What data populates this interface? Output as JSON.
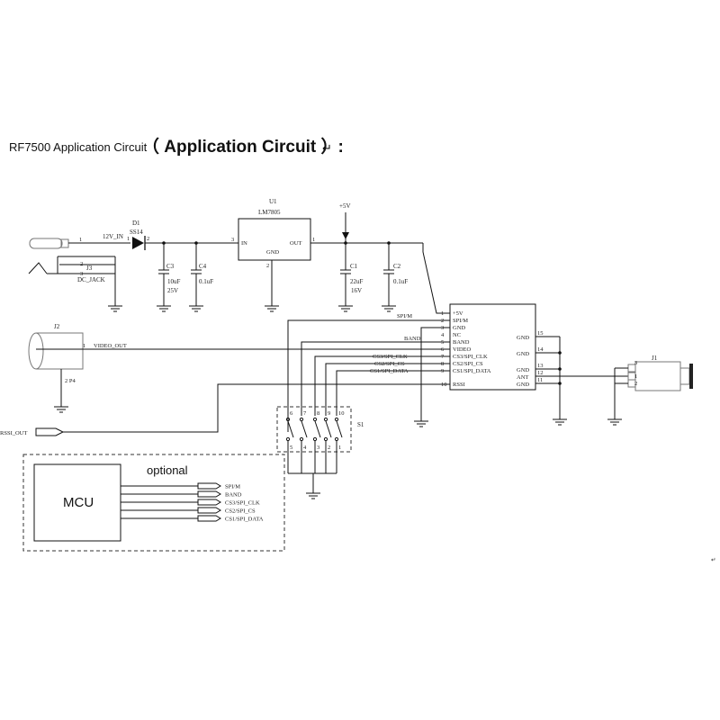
{
  "title": {
    "prefix": "RF7500 Application Circuit",
    "main": "（ Application Circuit ）:",
    "mark": "↵"
  },
  "power": {
    "dc_input_net": "12V_IN",
    "diode_ref": "D1",
    "diode_part": "SS14",
    "jack_ref": "J3",
    "jack_name": "DC_JACK",
    "regulator_ref": "U1",
    "regulator_part": "LM7805",
    "reg_in_label": "IN",
    "reg_out_label": "OUT",
    "reg_gnd_label": "GND",
    "reg_pin_in": "3",
    "reg_pin_out": "1",
    "reg_pin_gnd": "2",
    "supply_label": "+5V",
    "jack_pin1": "1",
    "jack_pin2": "2",
    "jack_pin3": "3",
    "diode_pin_a": "1",
    "diode_pin_k": "2",
    "c3": {
      "ref": "C3",
      "value": "10uF",
      "voltage": "25V"
    },
    "c4": {
      "ref": "C4",
      "value": "0.1uF"
    },
    "c1": {
      "ref": "C1",
      "value": "22uF",
      "voltage": "16V"
    },
    "c2": {
      "ref": "C2",
      "value": "0.1uF"
    }
  },
  "video": {
    "ref": "J2",
    "net": "VIDEO_OUT",
    "pin1": "1",
    "pin2": "2 P4"
  },
  "module": {
    "left_pins": [
      {
        "num": "1",
        "name": "+5V"
      },
      {
        "num": "2",
        "name": "SPI/M"
      },
      {
        "num": "3",
        "name": "GND"
      },
      {
        "num": "4",
        "name": "NC"
      },
      {
        "num": "5",
        "name": "BAND"
      },
      {
        "num": "6",
        "name": "VIDEO"
      },
      {
        "num": "7",
        "name": "CS3/SPI_CLK"
      },
      {
        "num": "8",
        "name": "CS2/SPI_CS"
      },
      {
        "num": "9",
        "name": "CS1/SPI_DATA"
      },
      {
        "num": "10",
        "name": "RSSI"
      }
    ],
    "right_pins": [
      {
        "num": "15",
        "name": "GND"
      },
      {
        "num": "14",
        "name": "GND"
      },
      {
        "num": "13",
        "name": "GND"
      },
      {
        "num": "12",
        "name": "ANT"
      },
      {
        "num": "11",
        "name": "GND"
      }
    ],
    "net_labels": [
      "SPI/M",
      "BAND",
      "CS3/SPI_CLK",
      "CS2/SPI_CS",
      "CS1/SPI_DATA"
    ]
  },
  "antenna": {
    "ref": "J1",
    "pins": [
      "3",
      "1",
      "2"
    ]
  },
  "switch": {
    "ref": "S1",
    "top_pins": [
      "6",
      "7",
      "8",
      "9",
      "10"
    ],
    "bottom_pins": [
      "5",
      "4",
      "3",
      "2",
      "1"
    ]
  },
  "rssi": {
    "net": "RSSI_OUT"
  },
  "optional": {
    "title": "optional",
    "mcu_label": "MCU",
    "signals": [
      "SPI/M",
      "BAND",
      "CS3/SPI_CLK",
      "CS2/SPI_CS",
      "CS1/SPI_DATA"
    ]
  },
  "corner_mark": "↵"
}
